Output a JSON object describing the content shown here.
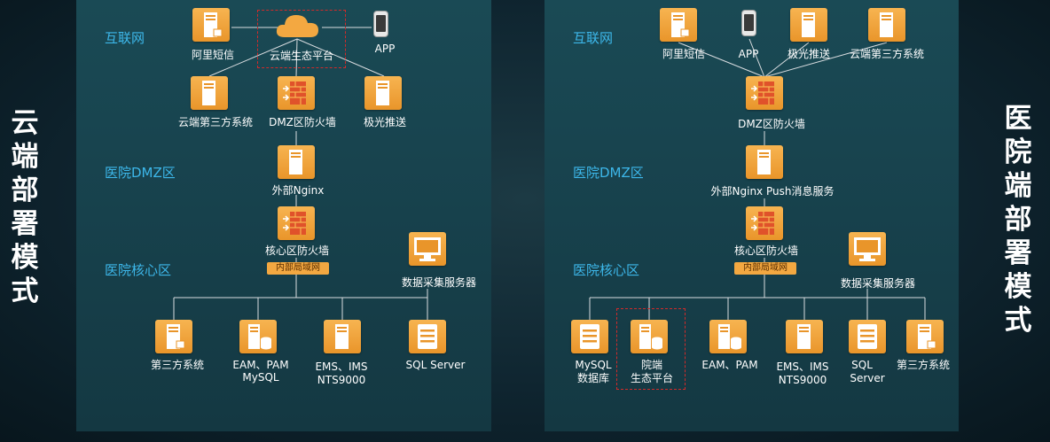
{
  "left": {
    "title": "云端部署模式",
    "zones": {
      "internet": "互联网",
      "dmz": "医院DMZ区",
      "core": "医院核心区"
    },
    "nodes": {
      "sms": "阿里短信",
      "cloud_platform": "云端生态平台",
      "app": "APP",
      "third_party_cloud": "云端第三方系统",
      "dmz_firewall": "DMZ区防火墙",
      "jpush": "极光推送",
      "nginx": "外部Nginx",
      "core_firewall": "核心区防火墙",
      "intranet": "内部局域网",
      "collector": "数据采集服务器",
      "third_party": "第三方系统",
      "eam_line1": "EAM、PAM",
      "eam_line2": "MySQL",
      "ems_line1": "EMS、IMS",
      "ems_line2": "NTS9000",
      "sqlserver": "SQL Server"
    }
  },
  "right": {
    "title": "医院端部署模式",
    "zones": {
      "internet": "互联网",
      "dmz": "医院DMZ区",
      "core": "医院核心区"
    },
    "nodes": {
      "sms": "阿里短信",
      "app": "APP",
      "jpush": "极光推送",
      "third_party_cloud": "云端第三方系统",
      "dmz_firewall": "DMZ区防火墙",
      "nginx_push": "外部Nginx Push消息服务",
      "core_firewall": "核心区防火墙",
      "intranet": "内部局域网",
      "collector": "数据采集服务器",
      "mysql_line1": "MySQL",
      "mysql_line2": "数据库",
      "hospital_line1": "院端",
      "hospital_line2": "生态平台",
      "eam": "EAM、PAM",
      "ems_line1": "EMS、IMS",
      "ems_line2": "NTS9000",
      "sql_line1": "SQL",
      "sql_line2": "Server",
      "third_party": "第三方系统"
    }
  },
  "colors": {
    "accent": "#f3a841",
    "zone_text": "#3db7ea",
    "dash": "#d12a2a",
    "firewall": "#e0522a"
  }
}
